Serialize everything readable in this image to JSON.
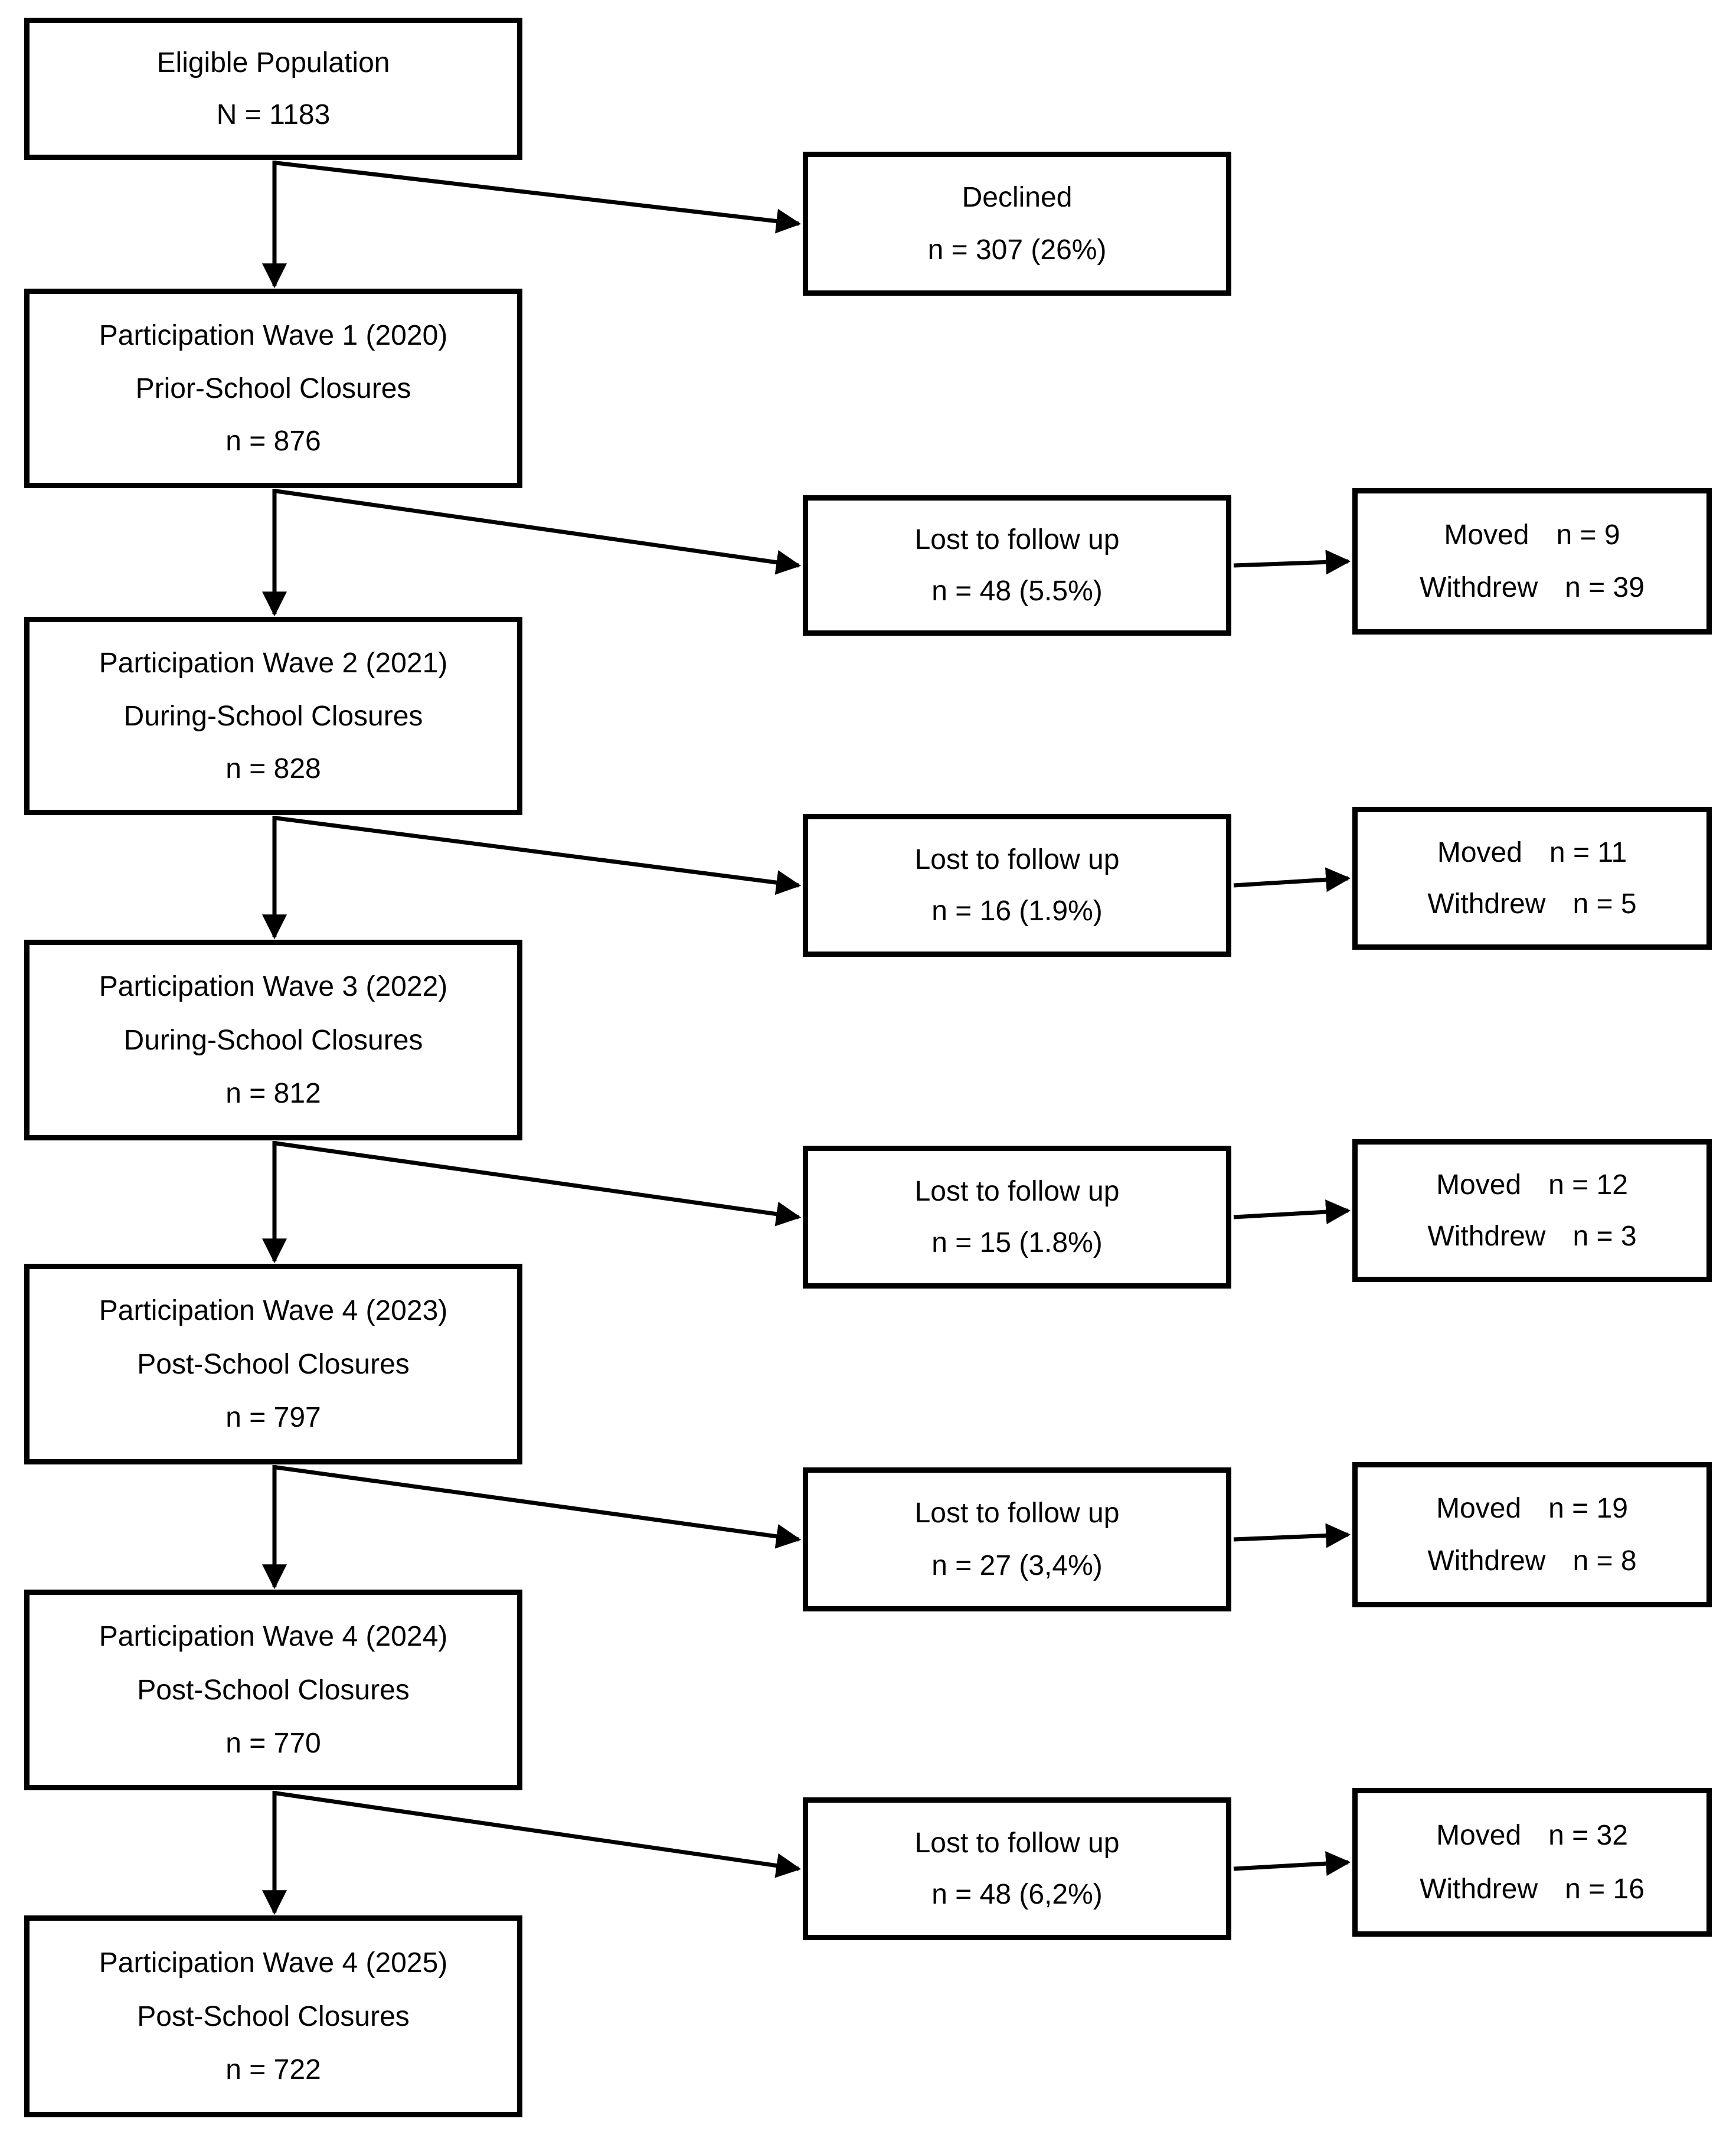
{
  "diagram": {
    "main_flow": [
      {
        "lines": [
          "Eligible Population",
          "N = 1183"
        ]
      },
      {
        "lines": [
          "Participation Wave 1 (2020)",
          "Prior-School Closures",
          "n = 876"
        ]
      },
      {
        "lines": [
          "Participation Wave 2 (2021)",
          "During-School Closures",
          "n = 828"
        ]
      },
      {
        "lines": [
          "Participation Wave 3 (2022)",
          "During-School Closures",
          "n = 812"
        ]
      },
      {
        "lines": [
          "Participation Wave 4 (2023)",
          "Post-School Closures",
          "n = 797"
        ]
      },
      {
        "lines": [
          "Participation Wave 4 (2024)",
          "Post-School Closures",
          "n = 770"
        ]
      },
      {
        "lines": [
          "Participation Wave 4 (2025)",
          "Post-School Closures",
          "n = 722"
        ]
      }
    ],
    "exclusion_flow": [
      {
        "lines": [
          "Declined",
          "n = 307 (26%)"
        ]
      },
      {
        "lines": [
          "Lost to follow up",
          "n = 48 (5.5%)"
        ]
      },
      {
        "lines": [
          "Lost to follow up",
          "n = 16 (1.9%)"
        ]
      },
      {
        "lines": [
          "Lost to follow up",
          "n = 15 (1.8%)"
        ]
      },
      {
        "lines": [
          "Lost to follow up",
          "n = 27 (3,4%)"
        ]
      },
      {
        "lines": [
          "Lost to follow up",
          "n = 48 (6,2%)"
        ]
      }
    ],
    "reason_flow": [
      {
        "rows": [
          {
            "label": "Moved",
            "value": "n = 9"
          },
          {
            "label": "Withdrew",
            "value": "n = 39"
          }
        ]
      },
      {
        "rows": [
          {
            "label": "Moved",
            "value": "n = 11"
          },
          {
            "label": "Withdrew",
            "value": "n = 5"
          }
        ]
      },
      {
        "rows": [
          {
            "label": "Moved",
            "value": "n = 12"
          },
          {
            "label": "Withdrew",
            "value": "n = 3"
          }
        ]
      },
      {
        "rows": [
          {
            "label": "Moved",
            "value": "n = 19"
          },
          {
            "label": "Withdrew",
            "value": "n = 8"
          }
        ]
      },
      {
        "rows": [
          {
            "label": "Moved",
            "value": "n = 32"
          },
          {
            "label": "Withdrew",
            "value": "n = 16"
          }
        ]
      }
    ],
    "colors": {
      "line": "#000000",
      "box_border": "#000000",
      "background": "#ffffff",
      "text": "#000000"
    }
  }
}
